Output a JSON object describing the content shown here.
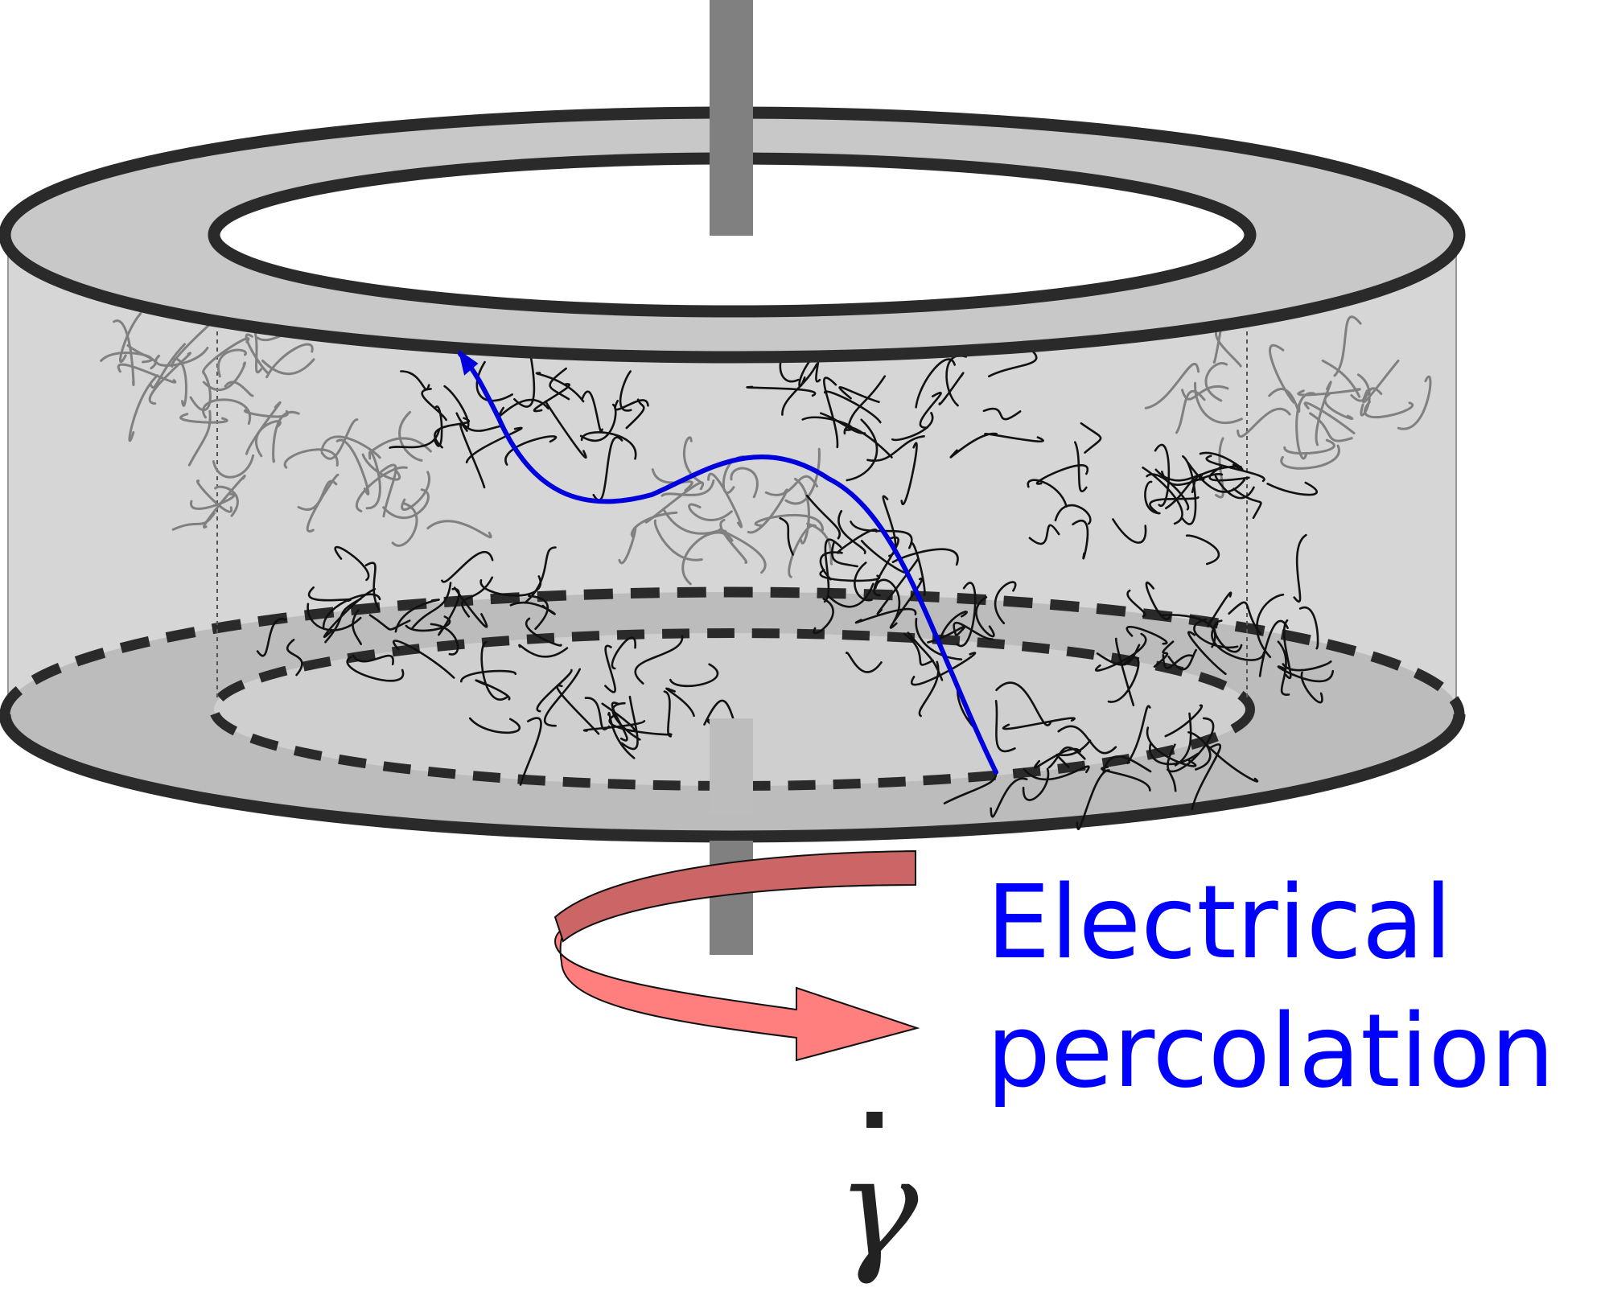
{
  "label": {
    "line1": "Electrical",
    "line2": "percolation"
  },
  "shear_rate_symbol": "γ",
  "colors": {
    "label": "#0000ff",
    "percolation_path": "#0000dd",
    "arrow_fill": "#ff7f7f",
    "arrow_dark": "#cc6666",
    "rim": "#2a2a2a",
    "cylinder_fill": "#d6d6d6",
    "ring_fill": "#c8c8c8",
    "spindle": "#808080",
    "agglomerate_front": "#111111",
    "agglomerate_back": "#808080"
  }
}
